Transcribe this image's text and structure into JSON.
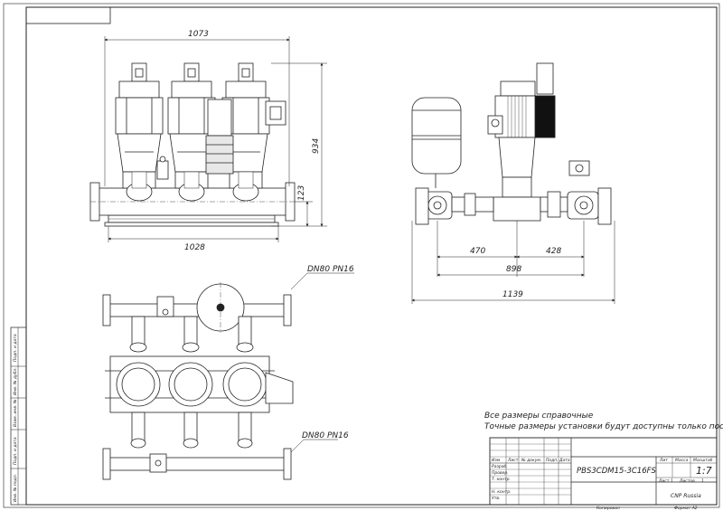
{
  "dimensions": {
    "front_width_top": "1073",
    "front_height": "934",
    "front_axis_height": "123",
    "front_width_bottom": "1028",
    "side_left": "470",
    "side_right": "428",
    "side_total_inner": "898",
    "side_total_outer": "1139"
  },
  "callouts": {
    "top_pipe": "DN80 PN16",
    "bottom_pipe": "DN80 PN16"
  },
  "notes": {
    "line1": "Все размеры справочные",
    "line2": "Точные размеры установки будут доступны только после сборки"
  },
  "title_block": {
    "designation": "PBS3CDM15-3C16FS",
    "company": "CNP Russia",
    "col_lit": "Лит",
    "col_mass": "Масса",
    "col_scale": "Масштаб",
    "scale_value": "1:7",
    "sheet_label": "Лист",
    "sheet_num": "1",
    "sheets_label": "Листов",
    "sheets_num": "1",
    "rev_izm": "Изм",
    "rev_list": "Лист",
    "rev_doc": "№ докум.",
    "rev_sign": "Подп.",
    "rev_date": "Дата",
    "role_1": "Разраб.",
    "role_2": "Провер.",
    "role_3": "Т. контр.",
    "role_4": "Н. контр.",
    "role_5": "Утв.",
    "copied": "Копировал",
    "format": "Формат А2"
  },
  "side_strip": {
    "s1": "Подп. и дата",
    "s2": "Инв. № дубл.",
    "s3": "Взам. инв. №",
    "s4": "Подп. и дата",
    "s5": "Инв. № подл."
  }
}
